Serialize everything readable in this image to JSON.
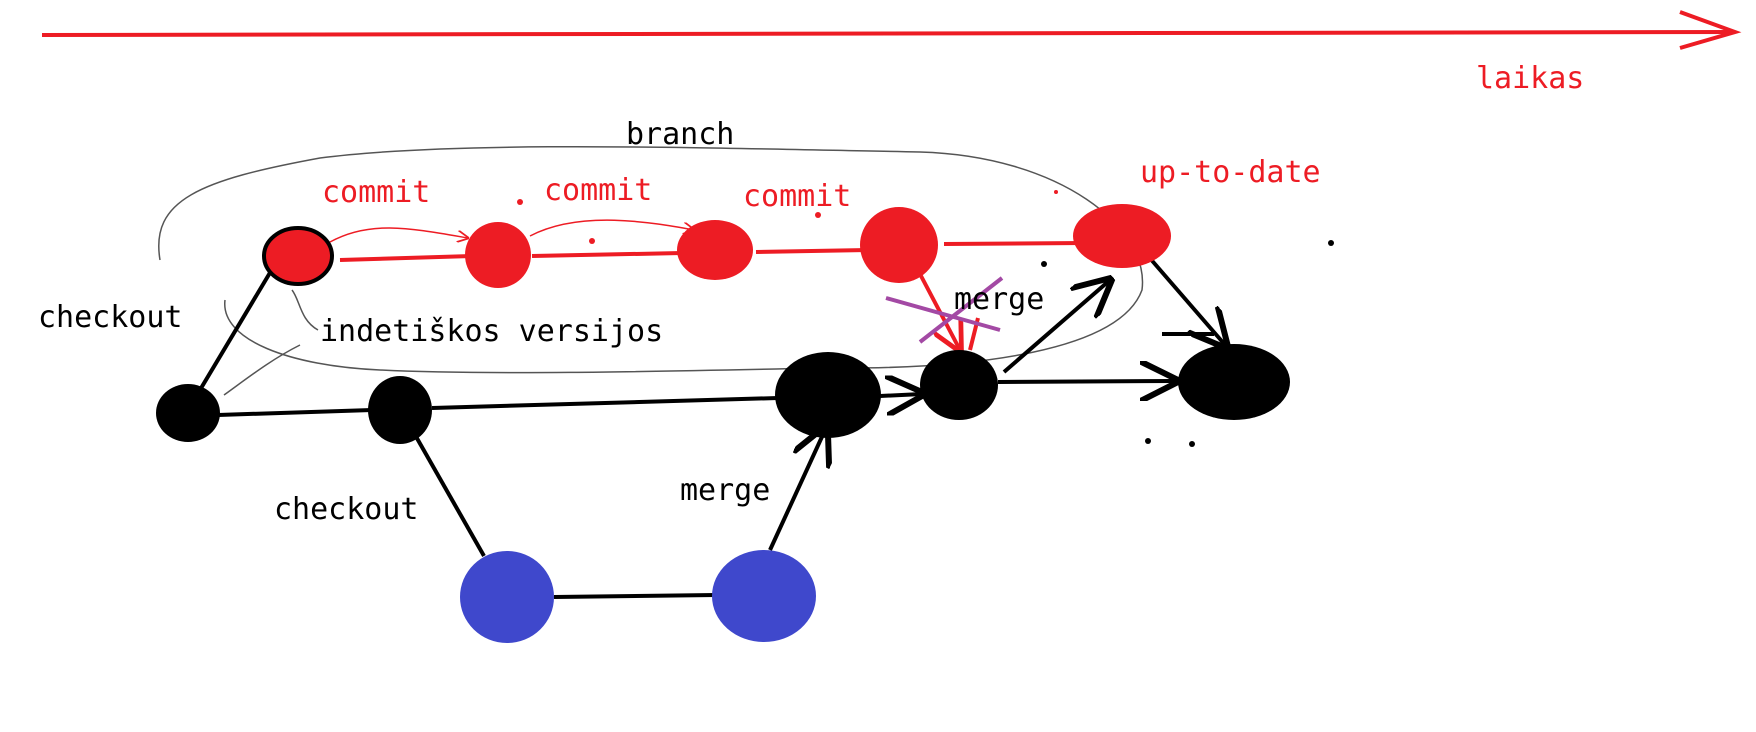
{
  "colors": {
    "red": "#ed1c24",
    "black": "#000000",
    "blue": "#3f48cc",
    "purple": "#a349a4",
    "white": "#ffffff"
  },
  "labels": {
    "time": "laikas",
    "branch": "branch",
    "commit_1": "commit",
    "commit_2": "commit",
    "commit_3": "commit",
    "up_to_date": "up-to-date",
    "checkout_top": "checkout",
    "parallel_versions": "indetiškos versijos",
    "merge_top": "merge",
    "checkout_bottom": "checkout",
    "merge_bottom": "merge"
  },
  "nodes": {
    "red": [
      "red-commit-1",
      "red-commit-2",
      "red-commit-3",
      "red-commit-4",
      "red-up-to-date"
    ],
    "black": [
      "main-start",
      "main-2",
      "main-merge-blue",
      "main-merge-red",
      "main-final"
    ],
    "blue": [
      "blue-1",
      "blue-2"
    ]
  }
}
